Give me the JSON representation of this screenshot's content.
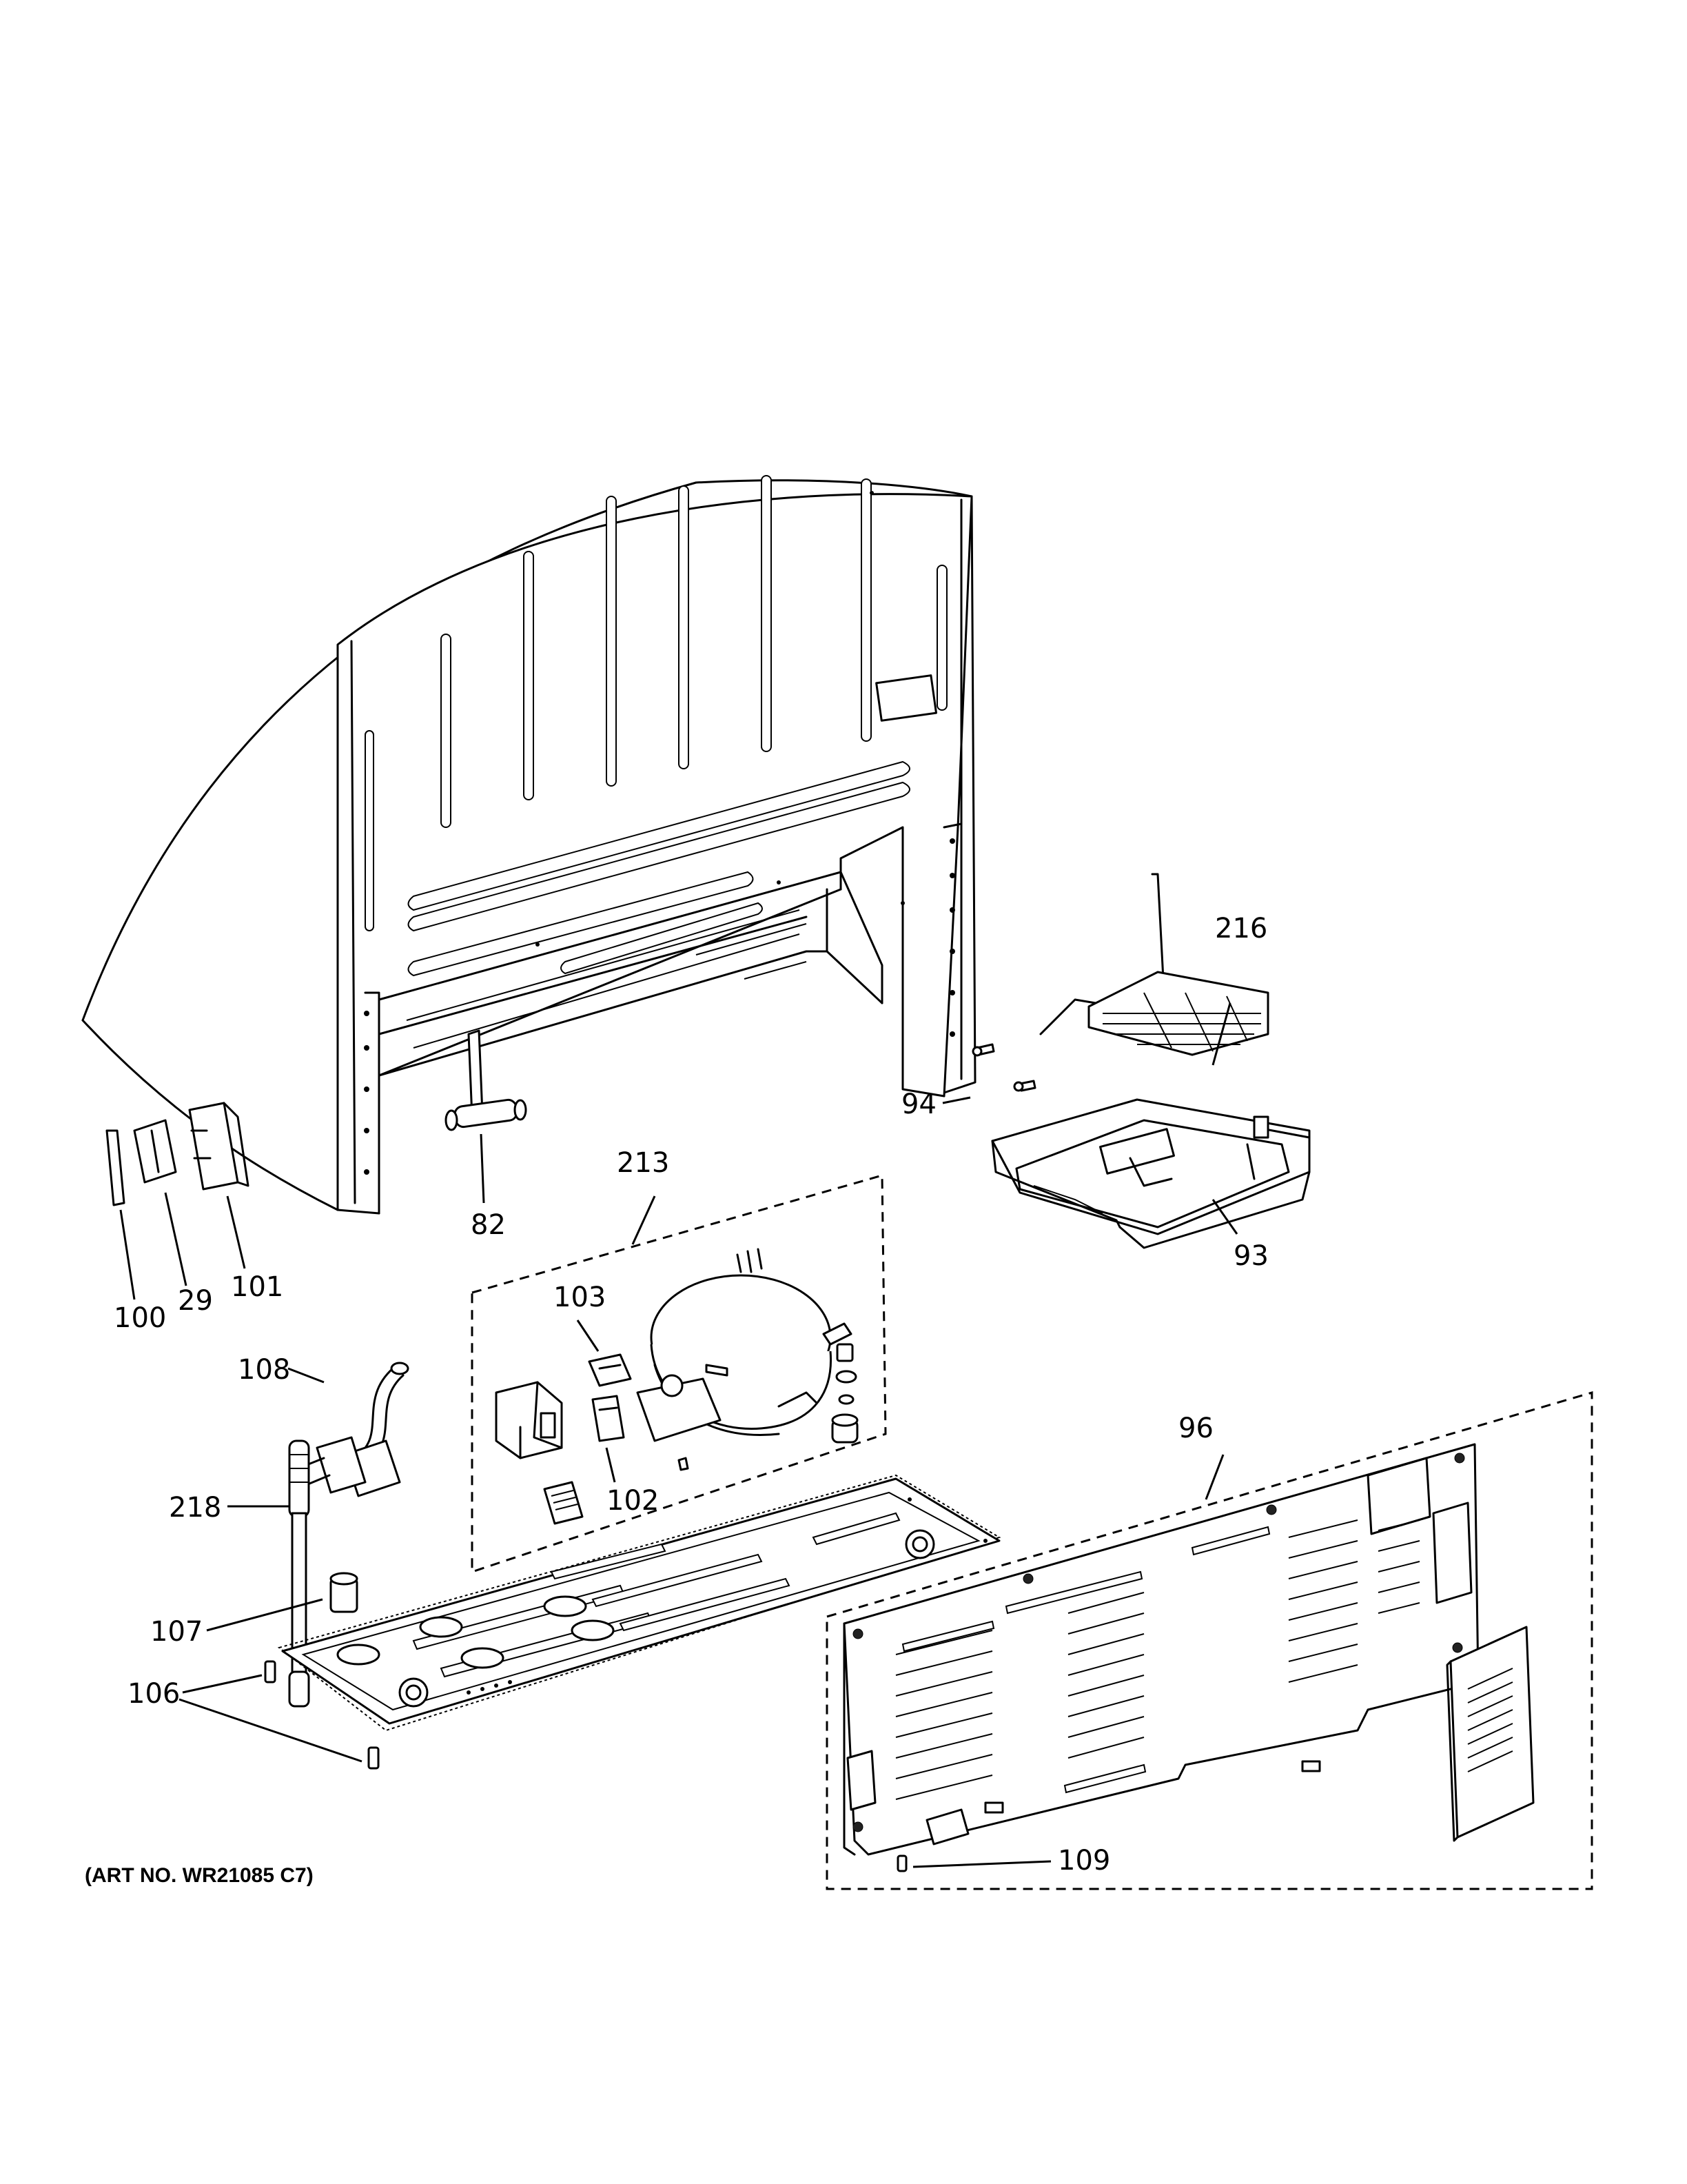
{
  "art_number": "(ART NO. WR21085 C7)",
  "callouts": [
    {
      "id": "216",
      "label": "216"
    },
    {
      "id": "94",
      "label": "94"
    },
    {
      "id": "213",
      "label": "213"
    },
    {
      "id": "82",
      "label": "82"
    },
    {
      "id": "93",
      "label": "93"
    },
    {
      "id": "100",
      "label": "100"
    },
    {
      "id": "29",
      "label": "29"
    },
    {
      "id": "101",
      "label": "101"
    },
    {
      "id": "103",
      "label": "103"
    },
    {
      "id": "108",
      "label": "108"
    },
    {
      "id": "96",
      "label": "96"
    },
    {
      "id": "218",
      "label": "218"
    },
    {
      "id": "102",
      "label": "102"
    },
    {
      "id": "107",
      "label": "107"
    },
    {
      "id": "106",
      "label": "106"
    },
    {
      "id": "109",
      "label": "109"
    }
  ]
}
